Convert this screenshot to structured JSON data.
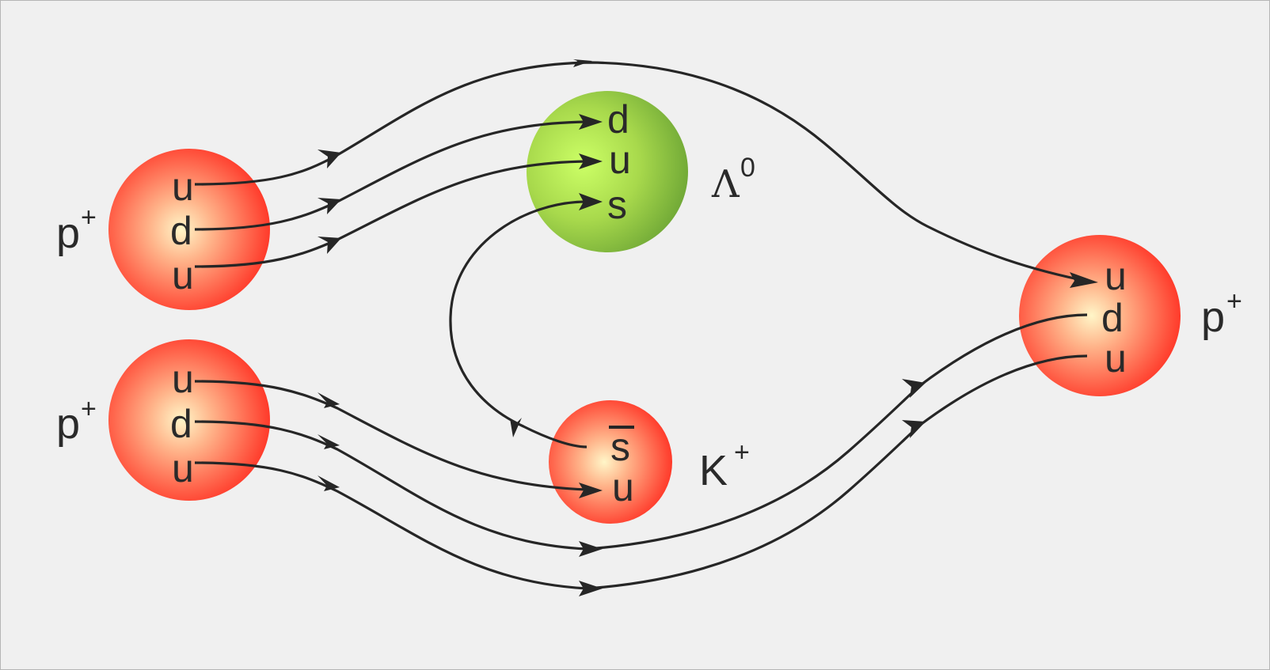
{
  "particles": {
    "proton_top": {
      "label": "p",
      "charge": "+",
      "quarks": [
        "u",
        "d",
        "u"
      ]
    },
    "proton_bottom": {
      "label": "p",
      "charge": "+",
      "quarks": [
        "u",
        "d",
        "u"
      ]
    },
    "lambda": {
      "label": "Λ",
      "charge": "0",
      "quarks": [
        "d",
        "u",
        "s"
      ]
    },
    "kaon": {
      "label": "K",
      "charge": "+",
      "quarks": [
        "s",
        "u"
      ]
    },
    "proton_out": {
      "label": "p",
      "charge": "+",
      "quarks": [
        "u",
        "d",
        "u"
      ]
    }
  },
  "colors": {
    "proton": "#ff3a2a",
    "lambda": "#7ab33a",
    "line": "#262626",
    "background": "#f0f0f0"
  }
}
